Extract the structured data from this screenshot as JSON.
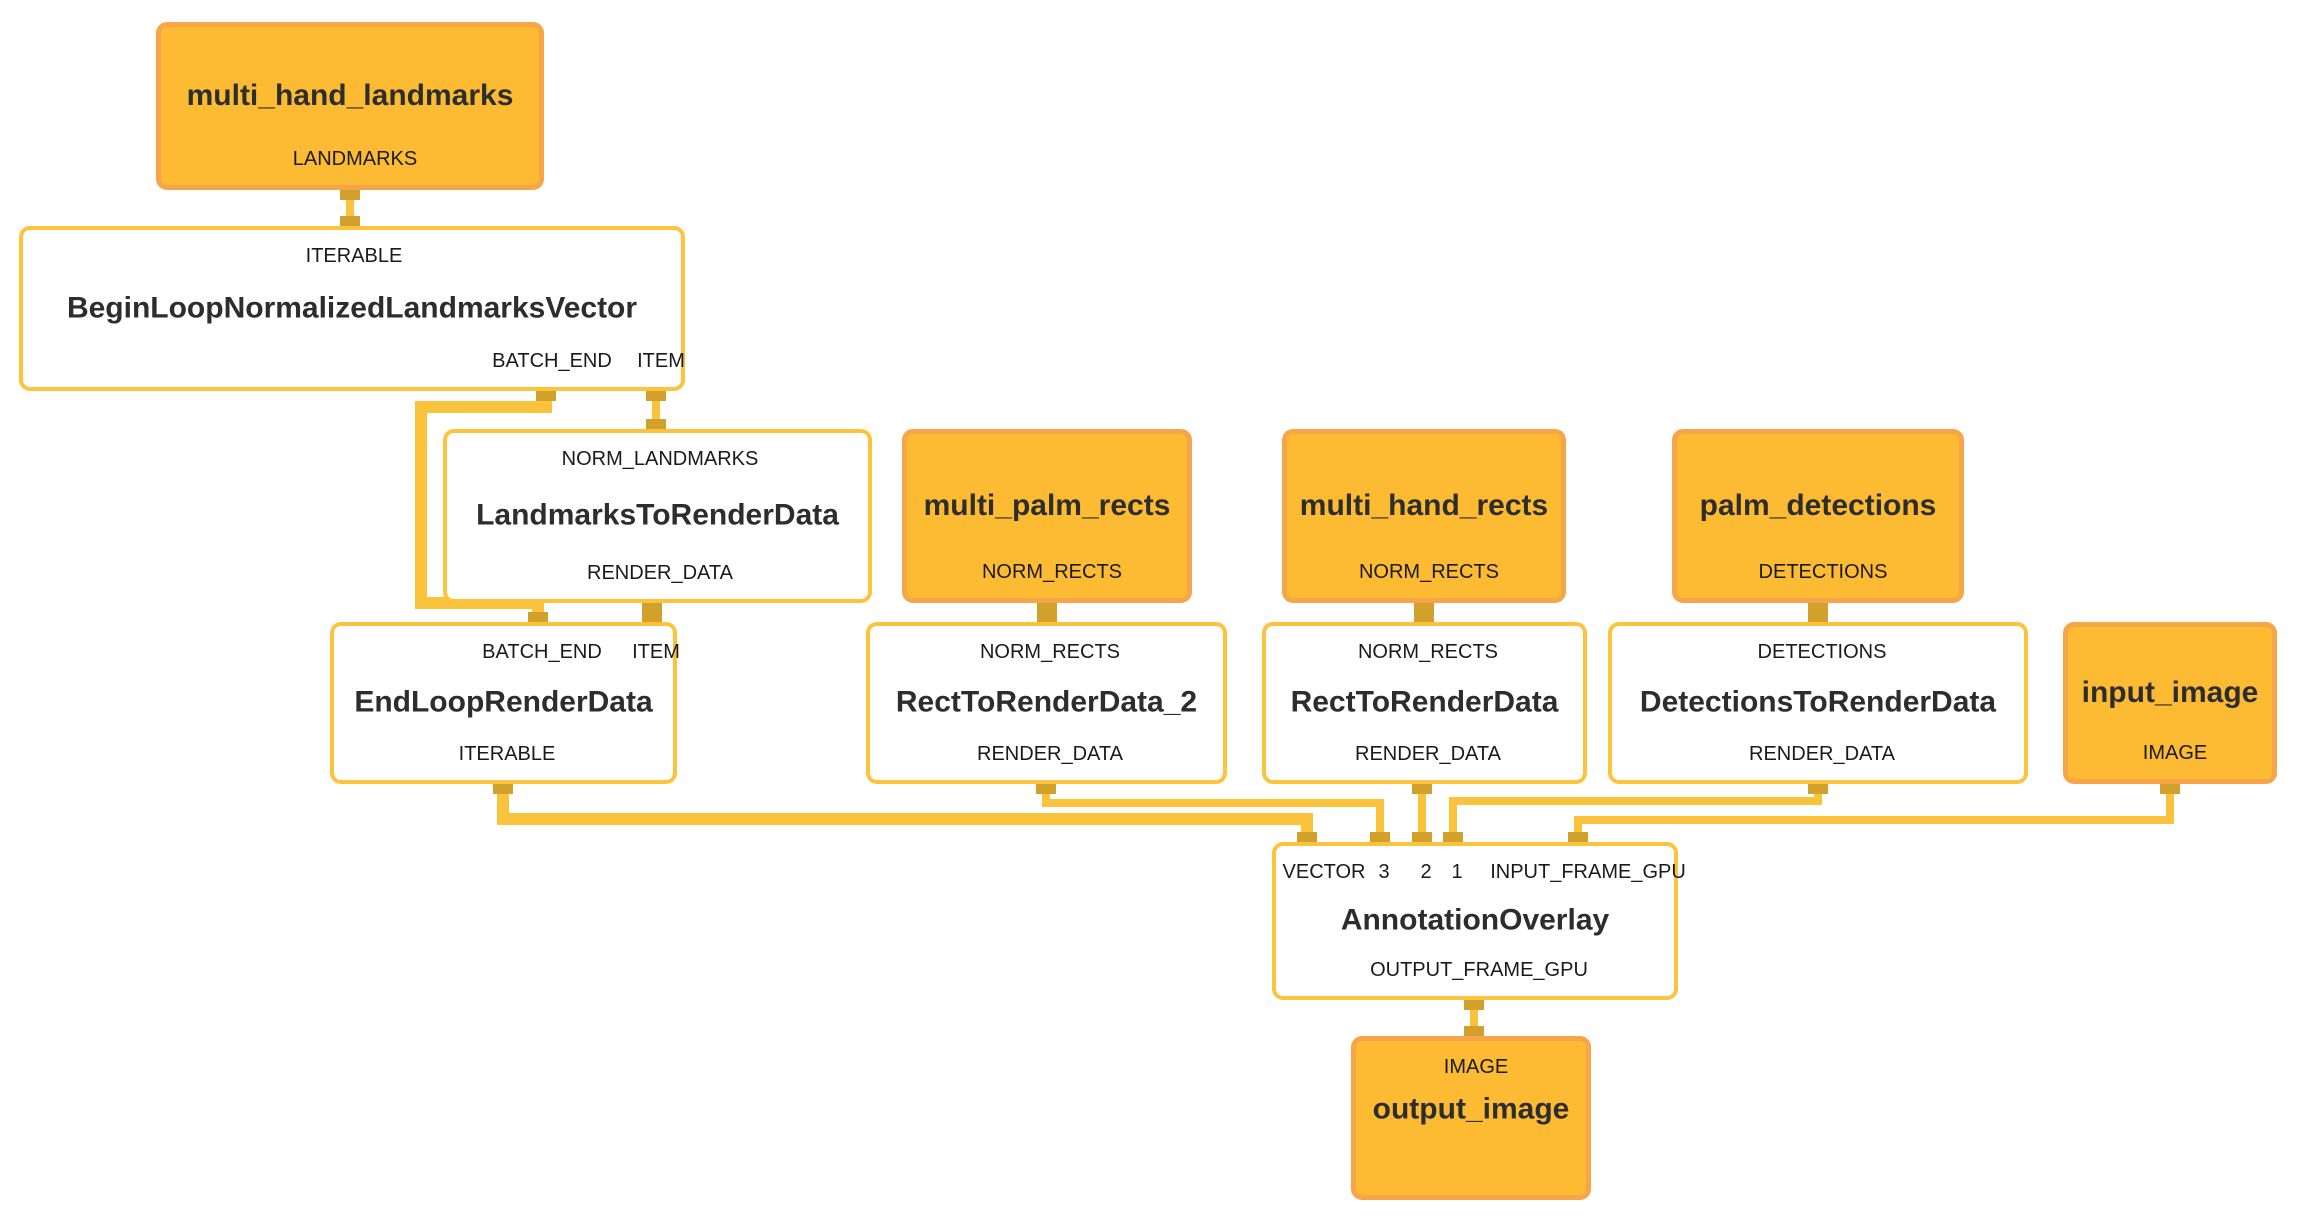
{
  "diagram_type": "mediapipe-graph",
  "colors": {
    "background": "#FFFFFF",
    "stream_node_fill": "#FCBB33",
    "stream_node_border": "#F6A649",
    "calculator_node_border": "#FDC33D",
    "calculator_node_fill": "#FFFFFF",
    "wire": "#FBC23B",
    "port": "#D2A12B",
    "title_text": "#2D2D2D",
    "label_text": "#1A1A1A"
  },
  "nodes": {
    "multi_hand_landmarks": {
      "title": "multi_hand_landmarks",
      "type": "packet-stream",
      "output_label": "LANDMARKS"
    },
    "begin_loop": {
      "title": "BeginLoopNormalizedLandmarksVector",
      "type": "calculator",
      "input_label": "ITERABLE",
      "output_labels": [
        "BATCH_END",
        "ITEM"
      ]
    },
    "landmarks_to_render_data": {
      "title": "LandmarksToRenderData",
      "type": "calculator",
      "input_label": "NORM_LANDMARKS",
      "output_label": "RENDER_DATA"
    },
    "multi_palm_rects": {
      "title": "multi_palm_rects",
      "type": "packet-stream",
      "output_label": "NORM_RECTS"
    },
    "multi_hand_rects": {
      "title": "multi_hand_rects",
      "type": "packet-stream",
      "output_label": "NORM_RECTS"
    },
    "palm_detections": {
      "title": "palm_detections",
      "type": "packet-stream",
      "output_label": "DETECTIONS"
    },
    "end_loop_render_data": {
      "title": "EndLoopRenderData",
      "type": "calculator",
      "input_labels": [
        "BATCH_END",
        "ITEM"
      ],
      "output_label": "ITERABLE"
    },
    "rect_to_render_data_2": {
      "title": "RectToRenderData_2",
      "type": "calculator",
      "input_label": "NORM_RECTS",
      "output_label": "RENDER_DATA"
    },
    "rect_to_render_data": {
      "title": "RectToRenderData",
      "type": "calculator",
      "input_label": "NORM_RECTS",
      "output_label": "RENDER_DATA"
    },
    "detections_to_render_data": {
      "title": "DetectionsToRenderData",
      "type": "calculator",
      "input_label": "DETECTIONS",
      "output_label": "RENDER_DATA"
    },
    "input_image": {
      "title": "input_image",
      "type": "packet-stream",
      "output_label": "IMAGE"
    },
    "annotation_overlay": {
      "title": "AnnotationOverlay",
      "type": "calculator",
      "input_labels": [
        "VECTOR",
        "3",
        "2",
        "1",
        "INPUT_FRAME_GPU"
      ],
      "output_label": "OUTPUT_FRAME_GPU"
    },
    "output_image": {
      "title": "output_image",
      "type": "packet-stream",
      "input_label": "IMAGE"
    }
  },
  "edges": [
    {
      "from": "multi_hand_landmarks",
      "from_port": "LANDMARKS",
      "to": "begin_loop",
      "to_port": "ITERABLE"
    },
    {
      "from": "begin_loop",
      "from_port": "BATCH_END",
      "to": "end_loop_render_data",
      "to_port": "BATCH_END"
    },
    {
      "from": "begin_loop",
      "from_port": "ITEM",
      "to": "landmarks_to_render_data",
      "to_port": "NORM_LANDMARKS"
    },
    {
      "from": "landmarks_to_render_data",
      "from_port": "RENDER_DATA",
      "to": "end_loop_render_data",
      "to_port": "ITEM"
    },
    {
      "from": "multi_palm_rects",
      "from_port": "NORM_RECTS",
      "to": "rect_to_render_data_2",
      "to_port": "NORM_RECTS"
    },
    {
      "from": "multi_hand_rects",
      "from_port": "NORM_RECTS",
      "to": "rect_to_render_data",
      "to_port": "NORM_RECTS"
    },
    {
      "from": "palm_detections",
      "from_port": "DETECTIONS",
      "to": "detections_to_render_data",
      "to_port": "DETECTIONS"
    },
    {
      "from": "end_loop_render_data",
      "from_port": "ITERABLE",
      "to": "annotation_overlay",
      "to_port": "VECTOR"
    },
    {
      "from": "rect_to_render_data_2",
      "from_port": "RENDER_DATA",
      "to": "annotation_overlay",
      "to_port": "3"
    },
    {
      "from": "rect_to_render_data",
      "from_port": "RENDER_DATA",
      "to": "annotation_overlay",
      "to_port": "2"
    },
    {
      "from": "detections_to_render_data",
      "from_port": "RENDER_DATA",
      "to": "annotation_overlay",
      "to_port": "1"
    },
    {
      "from": "input_image",
      "from_port": "IMAGE",
      "to": "annotation_overlay",
      "to_port": "INPUT_FRAME_GPU"
    },
    {
      "from": "annotation_overlay",
      "from_port": "OUTPUT_FRAME_GPU",
      "to": "output_image",
      "to_port": "IMAGE"
    }
  ]
}
